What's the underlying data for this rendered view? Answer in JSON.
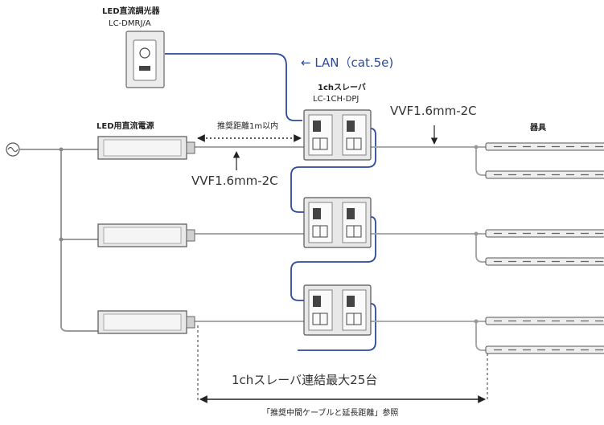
{
  "dimmer": {
    "title": "LED直流調光器",
    "model": "LC-DMRJ/A"
  },
  "lan": {
    "label": "← LAN（cat.5e)"
  },
  "slave": {
    "title": "1chスレーバ",
    "model": "LC-1CH-DPJ"
  },
  "power_supply": {
    "title": "LED用直流電源"
  },
  "recommended_distance": {
    "label": "推奨距離1m以内"
  },
  "cable_top": {
    "label": "VVF1.6mm-2C"
  },
  "cable_left": {
    "label": "VVF1.6mm-2C"
  },
  "fixture": {
    "title": "器具"
  },
  "max_link": {
    "label": "1chスレーバ連結最大25台"
  },
  "reference": {
    "label": "「推奨中間ケーブルと延長距離」参照"
  },
  "colors": {
    "lan_line": "#2b4a9a",
    "power_line": "#9a9a9a",
    "device_body": "#e9e9e9",
    "outline": "#555555"
  },
  "icons": [
    "ac-source-icon"
  ]
}
